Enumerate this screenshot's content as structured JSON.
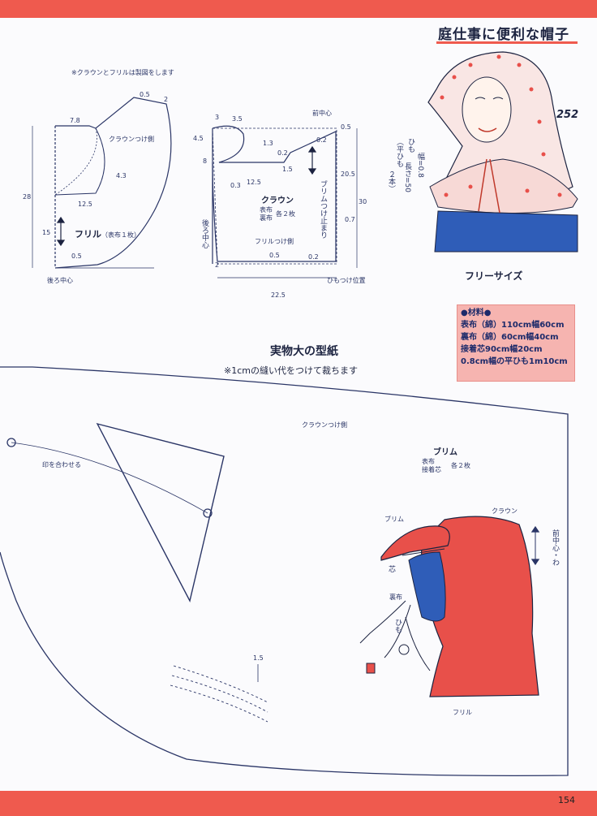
{
  "page": {
    "title": "庭仕事に便利な帽子",
    "number_badge": "252",
    "page_number": "154",
    "size_label": "フリーサイズ"
  },
  "draft": {
    "note": "※クラウンとフリルは製図をします",
    "frill": {
      "name": "フリル",
      "spec": "（表布１枚）",
      "dims": [
        "0.5",
        "2",
        "7.8",
        "28",
        "4.3",
        "12.5",
        "15",
        "0.5"
      ],
      "crown_side": "クラウンつけ側",
      "back_center": "後ろ中心"
    },
    "crown": {
      "name": "クラウン",
      "spec_a": "表布",
      "spec_b": "裏布",
      "spec_count": "各２枚",
      "front_center": "前中心",
      "back_center": "後ろ中心",
      "frill_side": "フリルつけ側",
      "brim_stop": "ブリムつけ止まり",
      "tie_pos": "ひもつけ位置",
      "dims": [
        "3",
        "3.5",
        "4.5",
        "8",
        "1.3",
        "0.2",
        "0.3",
        "12.5",
        "1.5",
        "0.5",
        "0.2",
        "20.5",
        "30",
        "0.7",
        "0.5",
        "0.2",
        "2",
        "22.5"
      ]
    },
    "tie": {
      "label_a": "ひも",
      "label_b": "（平ひも",
      "label_c": "２本）",
      "width": "幅=0.8",
      "length": "長さ=50"
    }
  },
  "materials": {
    "heading": "●材料●",
    "items": [
      "表布（綿）110cm幅60cm",
      "裏布（綿）60cm幅40cm",
      "接着芯90cm幅20cm",
      "0.8cm幅の平ひも1m10cm"
    ]
  },
  "pattern": {
    "title": "実物大の型紙",
    "note": "※1cmの縫い代をつけて裁ちます",
    "crown_side": "クラウンつけ側",
    "match_mark": "印を合わせる",
    "brim": "ブリム",
    "brim_spec_a": "表布",
    "brim_spec_b": "接着芯",
    "brim_count": "各２枚",
    "front_center": "前中心・わ",
    "dim": "1.5"
  },
  "illustration": {
    "brim": "ブリム",
    "crown": "クラウン",
    "core": "芯",
    "lining": "裏布",
    "tie": "ひも",
    "frill": "フリル"
  },
  "colors": {
    "accent": "#ef5a4e",
    "ink": "#2a3566",
    "material_box": "#f6b4b0",
    "hat_red": "#e8504a",
    "hat_blue": "#2f5db8"
  }
}
